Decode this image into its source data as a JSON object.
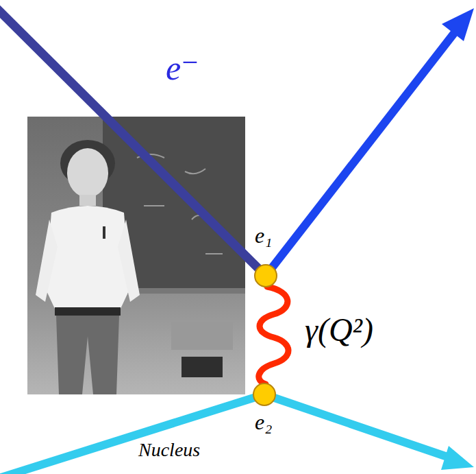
{
  "diagram": {
    "labels": [
      "e⁻",
      "e₁",
      "γ(Q²)",
      "e₂",
      "Nucleus"
    ]
  }
}
